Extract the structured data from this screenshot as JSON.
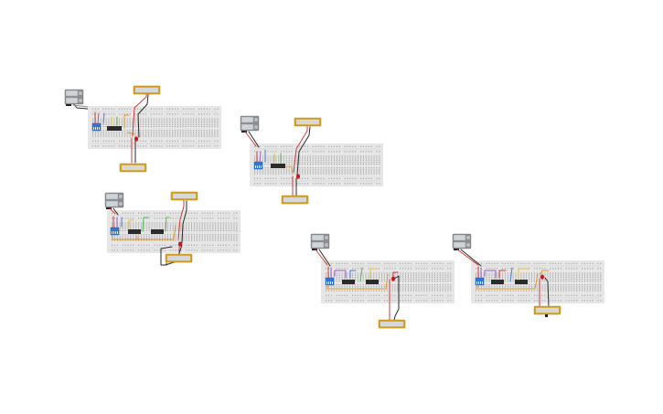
{
  "colors": {
    "board": "#e6e6e6",
    "wire_red": "#d23a3a",
    "wire_black": "#2a2a2a",
    "wire_orange": "#e59a2c",
    "wire_yellow": "#e2c33c",
    "wire_green": "#5bb55b",
    "wire_blue": "#4a7fd0",
    "wire_purple": "#9a5fc7",
    "wire_grey": "#888888",
    "display_frame": "#d6a21f",
    "dip_switch": "#2f77d0",
    "led": "#c8161d",
    "chip": "#2b2b2b"
  },
  "icons": [
    "battery-icon",
    "dip-switch-icon",
    "ic-chip-icon",
    "led-icon",
    "display-module-icon"
  ],
  "circuits": [
    {
      "name": "circuit-1",
      "chips": 1
    },
    {
      "name": "circuit-2",
      "chips": 1
    },
    {
      "name": "circuit-3",
      "chips": 2
    },
    {
      "name": "circuit-4",
      "chips": 2
    },
    {
      "name": "circuit-5",
      "chips": 2
    }
  ]
}
